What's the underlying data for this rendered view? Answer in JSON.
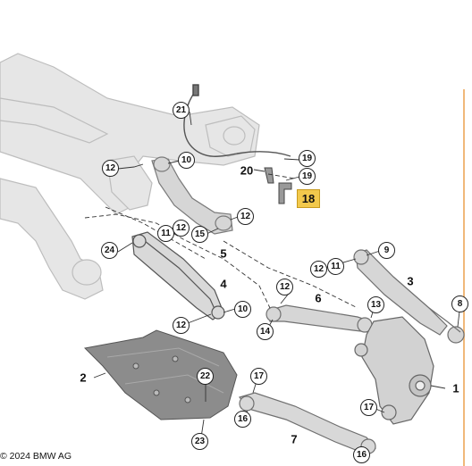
{
  "diagram": {
    "copyright": "© 2024 BMW AG",
    "callouts": [
      "21",
      "10",
      "12",
      "20",
      "19",
      "19",
      "12",
      "11",
      "12",
      "15",
      "24",
      "9",
      "12",
      "11",
      "4",
      "12",
      "6",
      "3",
      "13",
      "12",
      "10",
      "14",
      "8",
      "22",
      "17",
      "1",
      "16",
      "17",
      "7",
      "23",
      "16"
    ],
    "plain_labels": [
      "18",
      "5",
      "4",
      "6",
      "3",
      "2",
      "1",
      "7"
    ],
    "highlight_label": "18",
    "part_colors": {
      "subframe": "#e6e6e6",
      "subframe_edge": "#bdbdbd",
      "arm": "#d6d6d6",
      "arm_edge": "#7a7a7a",
      "shield": "#8c8c8c",
      "highlight": "#f2c94c"
    }
  }
}
